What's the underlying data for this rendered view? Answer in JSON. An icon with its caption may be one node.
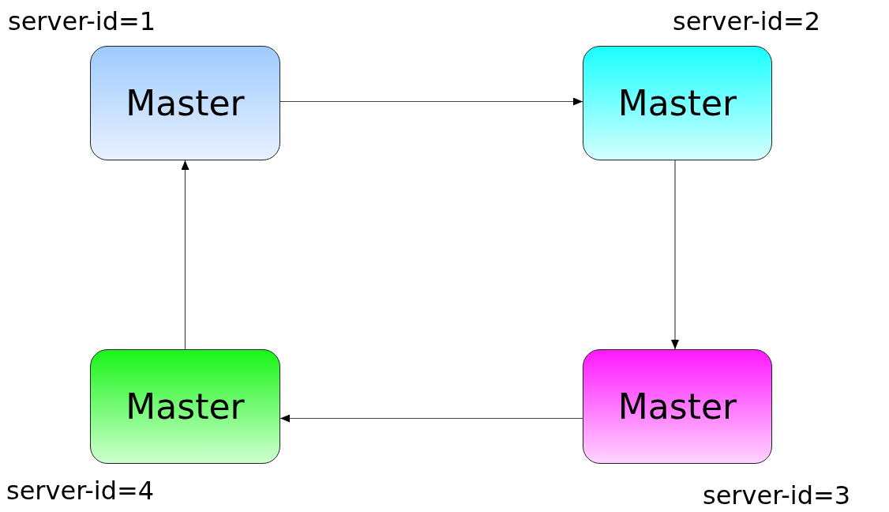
{
  "diagram": {
    "nodes": [
      {
        "text": [
          "Master"
        ],
        "beside": [
          "server-id=1"
        ]
      },
      {
        "text": [
          "Master"
        ],
        "beside": [
          "server-id=2"
        ]
      },
      {
        "text": [
          "Master"
        ],
        "beside": [
          "server-id=3"
        ]
      },
      {
        "text": [
          "Master"
        ],
        "beside": [
          "server-id=4"
        ]
      }
    ],
    "edges": [
      {
        "from": 0,
        "to": 1,
        "arrow": "to"
      },
      {
        "from": 1,
        "to": 2,
        "arrow": "to"
      },
      {
        "from": 2,
        "to": 3,
        "arrow": "to"
      },
      {
        "from": 3,
        "to": 0,
        "arrow": "to"
      }
    ]
  }
}
